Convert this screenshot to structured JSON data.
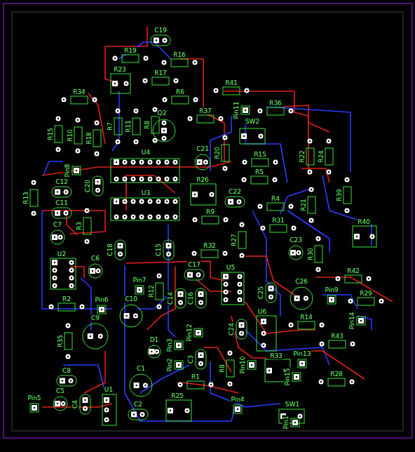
{
  "diagram": {
    "labels": [
      "C19",
      "R19",
      "R16",
      "R23",
      "R17",
      "R34",
      "R41",
      "R6",
      "Pin11",
      "R36",
      "R37",
      "Q2",
      "SW2",
      "R15",
      "R10",
      "R18",
      "R7",
      "R11",
      "R8",
      "C21",
      "R20",
      "R15",
      "R22",
      "R24",
      "U4",
      "R5",
      "Pin8",
      "R26",
      "C22",
      "C12",
      "C20",
      "U3",
      "R39",
      "R13",
      "R4",
      "R21",
      "C11",
      "R9",
      "R40",
      "C7",
      "R31",
      "R3",
      "C23",
      "R27",
      "R32",
      "C18",
      "C15",
      "U2",
      "C6",
      "R30",
      "C17",
      "U5",
      "R42",
      "Pin7",
      "R12",
      "C26",
      "Pin9",
      "R29",
      "C25",
      "C14",
      "C16",
      "C10",
      "R2",
      "Pin6",
      "U6",
      "Pin14",
      "C9",
      "R14",
      "C24",
      "Pin12",
      "R35",
      "R43",
      "D1",
      "Pin3",
      "Pin13",
      "R33",
      "Pin2",
      "C3",
      "R8",
      "Pin10",
      "C8",
      "C1",
      "Pin15",
      "R28",
      "R1",
      "C5",
      "U1",
      "Pin5",
      "C4",
      "R25",
      "Pin4",
      "SW1",
      "C2",
      "Pin1"
    ]
  }
}
